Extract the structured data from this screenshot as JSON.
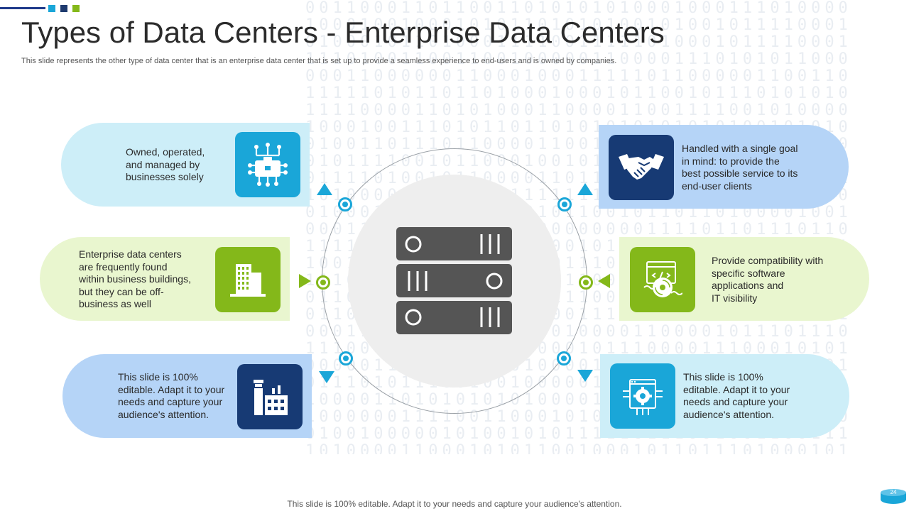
{
  "header": {
    "title": "Types of Data Centers - Enterprise Data Centers",
    "subtitle": "This slide represents the other type of data center that is an enterprise data center that is set up to provide a seamless experience to end-users and is owned by companies."
  },
  "cards": [
    {
      "text": "Owned, operated,\nand managed by\nbusinesses solely",
      "icon": "briefcase-network-icon"
    },
    {
      "text": "Enterprise data centers\nare frequently found\nwithin business buildings,\nbut they can be off-\nbusiness as well",
      "icon": "office-building-icon"
    },
    {
      "text": "This slide is 100%\neditable. Adapt it to your\nneeds and capture your\naudience's attention.",
      "icon": "factory-icon"
    },
    {
      "text": "Handled with a single goal\nin mind: to provide the\nbest possible service to its\nend-user clients",
      "icon": "handshake-icon"
    },
    {
      "text": "Provide compatibility with\nspecific software\napplications and\nIT visibility",
      "icon": "software-disc-icon"
    },
    {
      "text": "This slide is 100%\neditable. Adapt it to your\nneeds and capture your\naudience's attention.",
      "icon": "gear-chip-icon"
    }
  ],
  "center": {
    "icon": "server-rack-icon"
  },
  "footer": {
    "text": "This slide is 100% editable. Adapt it to your needs and capture your audience's attention."
  },
  "page_number": "24",
  "colors": {
    "cyan": "#1aa6d8",
    "navy": "#173a74",
    "green": "#84b81a",
    "light_cyan": "#cdeef8",
    "light_blue": "#b5d4f7",
    "light_green": "#e9f6cf",
    "server_gray": "#555555"
  }
}
